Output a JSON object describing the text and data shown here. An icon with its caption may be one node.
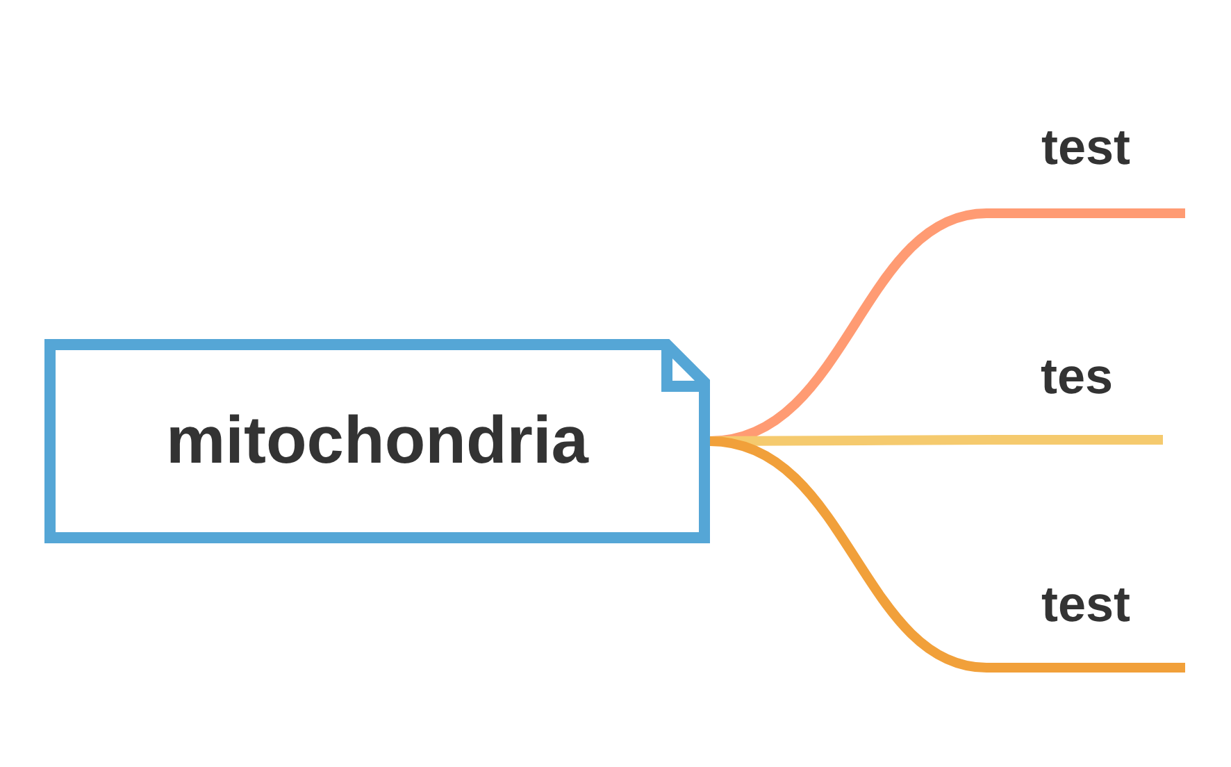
{
  "diagram": {
    "nodes": [
      {
        "text": [
          "mitochondria"
        ]
      },
      {
        "text": [
          "test"
        ]
      },
      {
        "text": [
          "tes"
        ]
      },
      {
        "text": [
          "test"
        ]
      }
    ],
    "edges": [
      {
        "from": 0,
        "to": 1,
        "arrow": "none",
        "color": "#ff9b73"
      },
      {
        "from": 0,
        "to": 2,
        "arrow": "none",
        "color": "#f5ca6e"
      },
      {
        "from": 0,
        "to": 3,
        "arrow": "none",
        "color": "#f1a03a"
      }
    ]
  }
}
